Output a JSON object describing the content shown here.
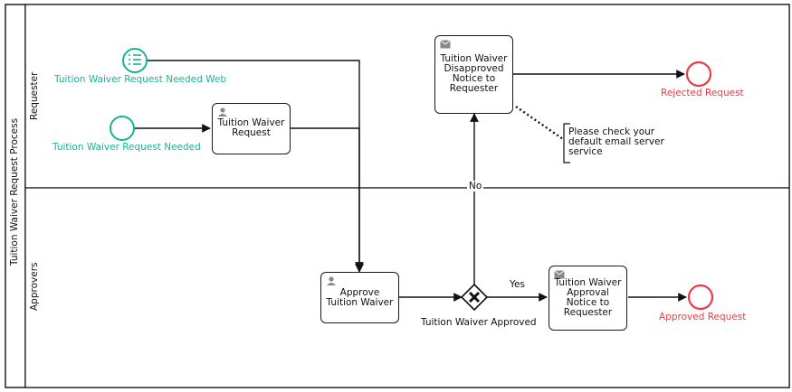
{
  "pool": {
    "title": "Tuition Waiver Request Process"
  },
  "lanes": {
    "requester": "Requester",
    "approvers": "Approvers"
  },
  "events": {
    "start_web": {
      "label": "Tuition Waiver Request Needed Web",
      "color": "#1ab394",
      "icon": "list-icon"
    },
    "start": {
      "label": "Tuition Waiver Request Needed",
      "color": "#1ab394"
    },
    "end_rejected": {
      "label": "Rejected Request",
      "color": "#e33e4a"
    },
    "end_approved": {
      "label": "Approved Request",
      "color": "#e33e4a"
    }
  },
  "tasks": {
    "tuition_request": {
      "label_lines": [
        "Tuition Waiver",
        "Request"
      ],
      "icon": "user-icon"
    },
    "approve": {
      "label_lines": [
        "Approve",
        "Tuition Waiver"
      ],
      "icon": "user-icon"
    },
    "disapproved_notice": {
      "label_lines": [
        "Tuition Waiver",
        "Disapproved",
        "Notice to",
        "Requester"
      ],
      "icon": "envelope-icon"
    },
    "approval_notice": {
      "label_lines": [
        "Tuition Waiver",
        "Approval",
        "Notice to",
        "Requester"
      ],
      "icon": "envelope-icon"
    }
  },
  "gateway": {
    "label": "Tuition Waiver Approved"
  },
  "flows": {
    "no": "No",
    "yes": "Yes"
  },
  "annotation": {
    "lines": [
      "Please check your",
      "default email server",
      "service"
    ]
  }
}
